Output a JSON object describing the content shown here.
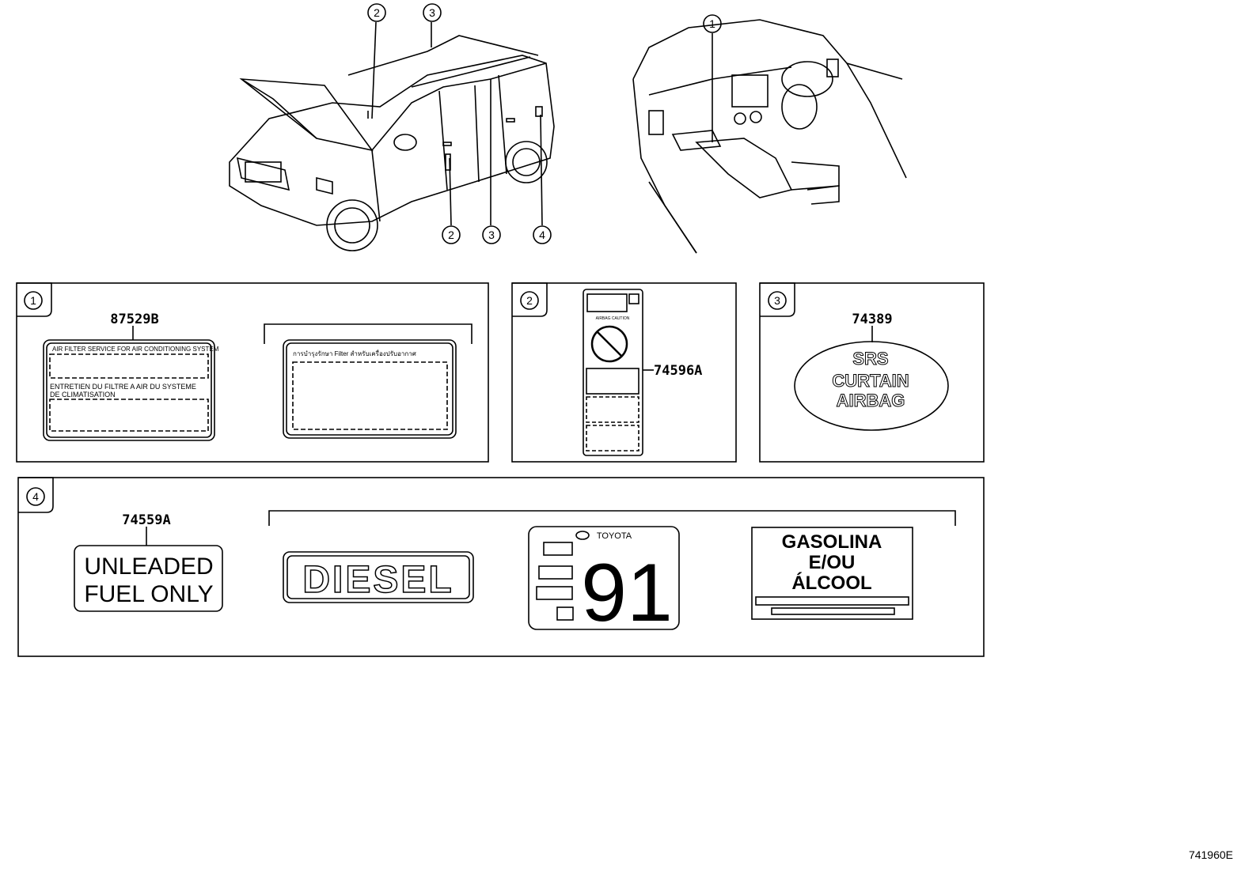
{
  "callouts": {
    "c1": "1",
    "c2": "2",
    "c3": "3",
    "c4": "4"
  },
  "panel1": {
    "part_number": "87529B",
    "label_a": {
      "line1": "AIR FILTER SERVICE FOR AIR CONDITIONING SYSTEM",
      "line2": "ENTRETIEN DU FILTRE A AIR DU SYSTEME",
      "line3": "DE CLIMATISATION"
    },
    "label_b": {
      "line1": "การบำรุงรักษา Filter สำหรับเครื่องปรับอากาศ"
    }
  },
  "panel2": {
    "part_number": "74596A",
    "caution_text": "AIRBAG CAUTION"
  },
  "panel3": {
    "part_number": "74389",
    "line1": "SRS",
    "line2": "CURTAIN",
    "line3": "AIRBAG"
  },
  "panel4": {
    "part_number": "74559A",
    "unleaded_line1": "UNLEADED",
    "unleaded_line2": "FUEL ONLY",
    "diesel": "DIESEL",
    "brand": "TOYOTA",
    "octane": "91",
    "gas_line1": "GASOLINA",
    "gas_line2": "E/OU",
    "gas_line3": "ÁLCOOL"
  },
  "diagram_id": "741960E"
}
